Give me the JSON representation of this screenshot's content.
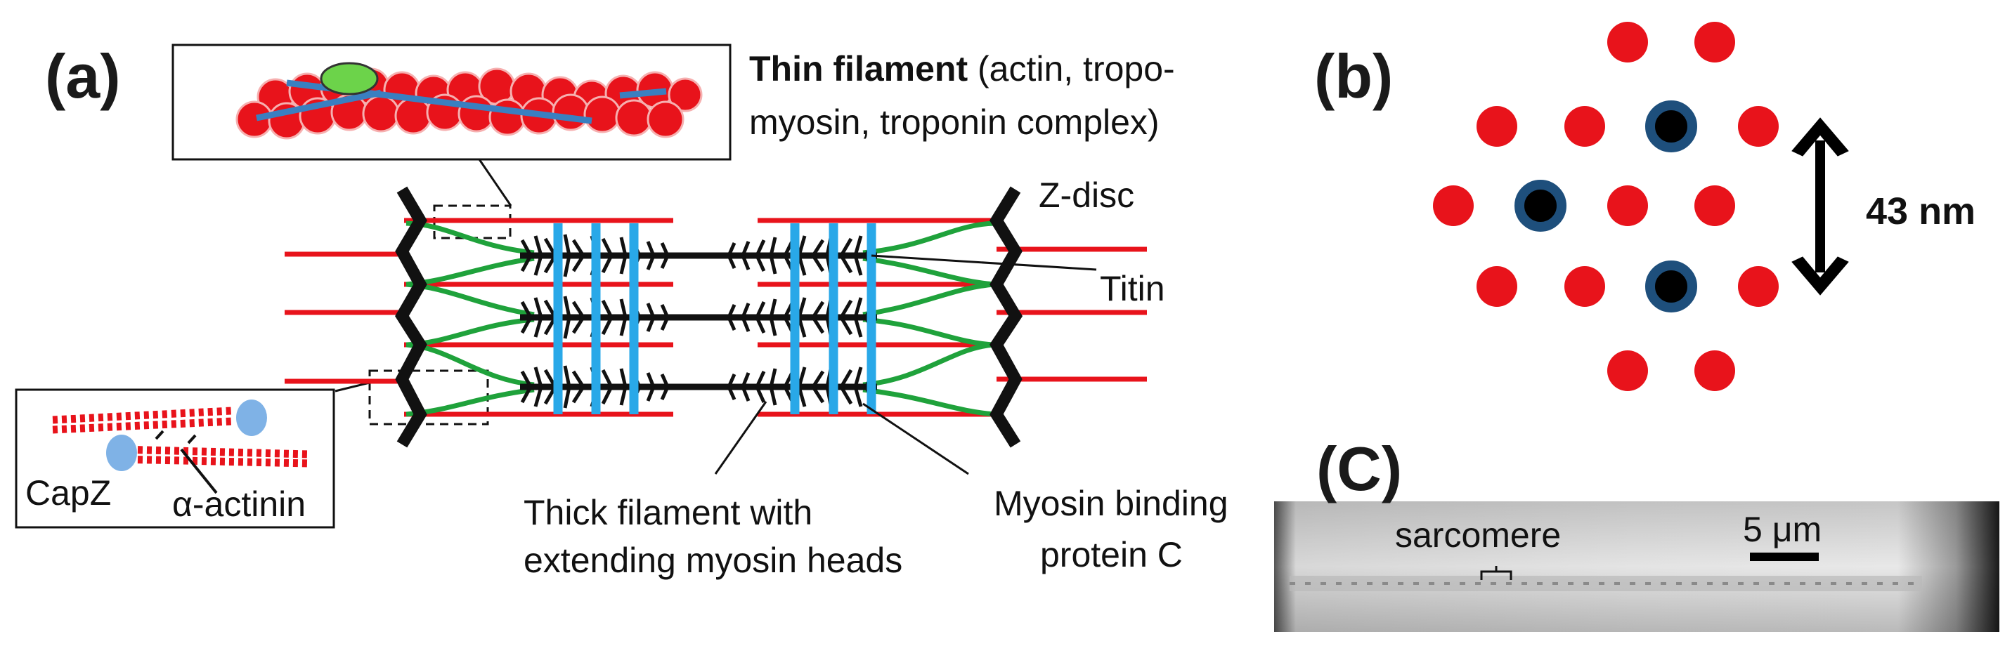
{
  "panels": {
    "a": "(a)",
    "b": "(b)",
    "c": "(C)"
  },
  "panel_a": {
    "thin_filament_bold": "Thin filament",
    "thin_filament_rest1": " (actin, tropo-",
    "thin_filament_rest2": "myosin, troponin complex)",
    "z_disc": "Z-disc",
    "titin": "Titin",
    "thick_line1": "Thick filament with",
    "thick_line2": "extending myosin heads",
    "mybpc_line1": "Myosin binding",
    "mybpc_line2": "protein C",
    "capz": "CapZ",
    "actinin": "α-actinin"
  },
  "panel_b": {
    "distance_label": "43 nm"
  },
  "panel_c": {
    "sarcomere_label": "sarcomere",
    "scale_label": "5 μm"
  },
  "colors": {
    "actin_red": "#e8131b",
    "tropomyosin_blue": "#3a7fc0",
    "troponin_green": "#6cd34a",
    "titin_green": "#1fa23b",
    "mybpc_blue": "#29a8e8",
    "capz_blue": "#7fb2e6",
    "myosin_ring": "#1e4f7c"
  }
}
